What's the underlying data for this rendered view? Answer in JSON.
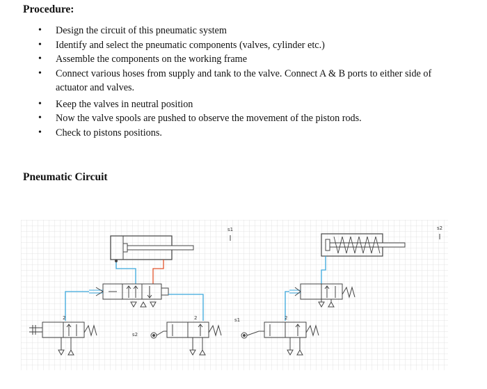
{
  "procedure": {
    "heading": "Procedure:",
    "steps": [
      "Design the circuit of this pneumatic system",
      "Identify and select the pneumatic components (valves, cylinder etc.)",
      "Assemble the components on the working frame",
      "Connect various hoses from supply and tank to the valve. Connect A & B ports to either side of actuator and valves.",
      "Keep the valves in neutral position",
      "Now the valve spools are pushed to observe the movement of the piston rods.",
      "Check to pistons positions."
    ]
  },
  "circuit": {
    "heading": "Pneumatic Circuit",
    "labels": {
      "s1_top": "s1",
      "s2_top": "s2",
      "s1_bottom": "s1",
      "s2_bottom": "s2",
      "port_2": "2"
    },
    "colors": {
      "grid": "#dcdcdc",
      "line_blue": "#3aa7dc",
      "line_red": "#e2552d",
      "component": "#444444"
    }
  }
}
